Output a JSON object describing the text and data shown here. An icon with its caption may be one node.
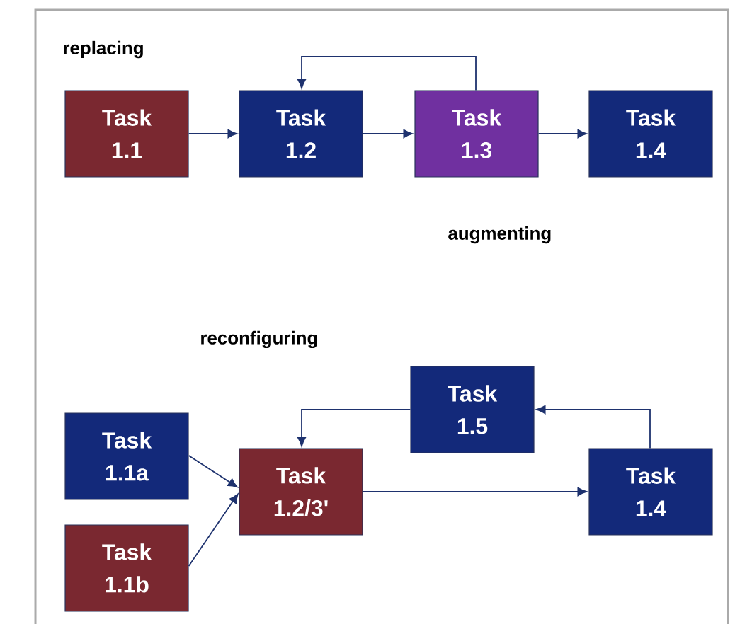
{
  "diagram": {
    "nodes": [
      {
        "text": [
          "Task 1.1"
        ]
      },
      {
        "text": [
          "Task 1.2"
        ]
      },
      {
        "text": [
          "Task 1.3"
        ]
      },
      {
        "text": [
          "Task 1.4"
        ]
      },
      {
        "text": [
          "Task 1.5"
        ]
      },
      {
        "text": [
          "Task 1.1a"
        ]
      },
      {
        "text": [
          "Task 1.1b"
        ]
      },
      {
        "text": [
          "Task 1.2/3'"
        ]
      },
      {
        "text": [
          "Task 1.4"
        ]
      }
    ],
    "edges": [
      {
        "from": 0,
        "to": 1,
        "arrow": "to"
      },
      {
        "from": 1,
        "to": 2,
        "arrow": "to"
      },
      {
        "from": 2,
        "to": 1,
        "arrow": "to"
      },
      {
        "from": 2,
        "to": 3,
        "arrow": "to"
      },
      {
        "from": 5,
        "to": 7,
        "arrow": "to"
      },
      {
        "from": 6,
        "to": 7,
        "arrow": "to"
      },
      {
        "from": 7,
        "to": 8,
        "arrow": "to"
      },
      {
        "from": 8,
        "to": 4,
        "arrow": "to"
      },
      {
        "from": 4,
        "to": 7,
        "arrow": "to"
      }
    ],
    "labels": [
      "replacing",
      "augmenting",
      "reconfiguring"
    ]
  }
}
